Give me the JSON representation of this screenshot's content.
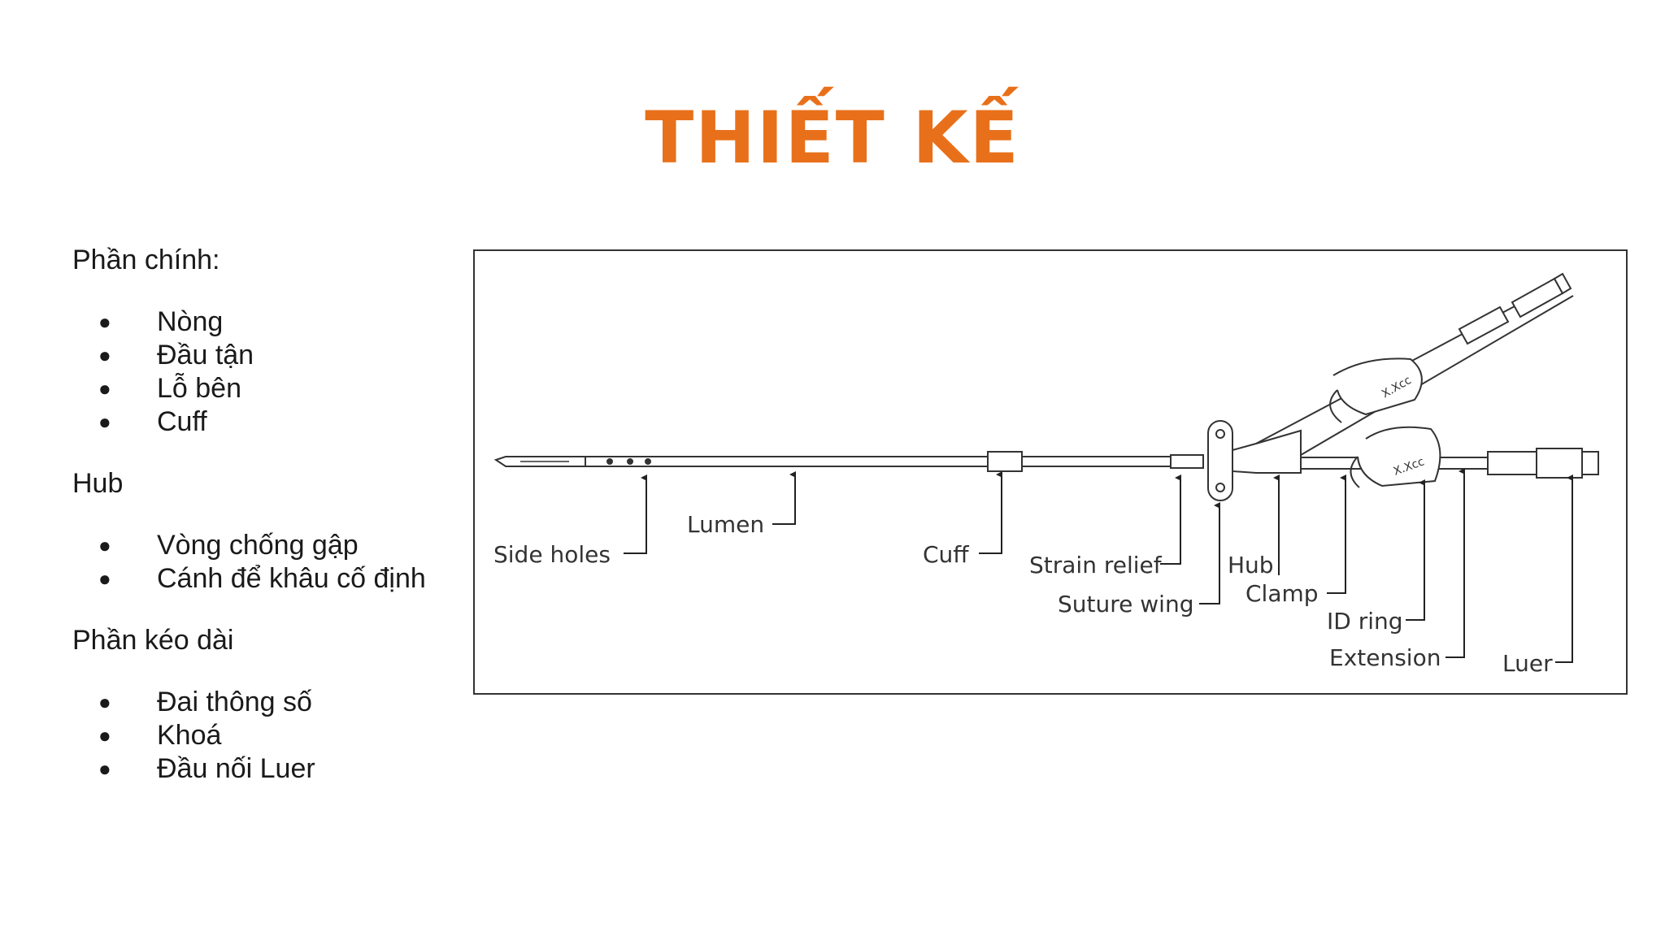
{
  "title": "THIẾT KẾ",
  "accent_color": "#e8701a",
  "outline": [
    {
      "heading": "Phần chính:",
      "items": [
        "Nòng",
        "Đầu tận",
        "Lỗ bên",
        "Cuff"
      ]
    },
    {
      "heading": "Hub",
      "items": [
        "Vòng chống gập",
        "Cánh để khâu cố định"
      ]
    },
    {
      "heading": "Phần kéo dài",
      "items": [
        "Đai thông số",
        "Khoá",
        "Đầu nối Luer"
      ]
    }
  ],
  "diagram": {
    "labels": {
      "side_holes": "Side holes",
      "lumen": "Lumen",
      "cuff": "Cuff",
      "strain_relief": "Strain relief",
      "suture_wing": "Suture wing",
      "hub": "Hub",
      "clamp": "Clamp",
      "id_ring": "ID ring",
      "extension": "Extension",
      "luer": "Luer"
    },
    "id_ring_text": "X.Xcc"
  }
}
